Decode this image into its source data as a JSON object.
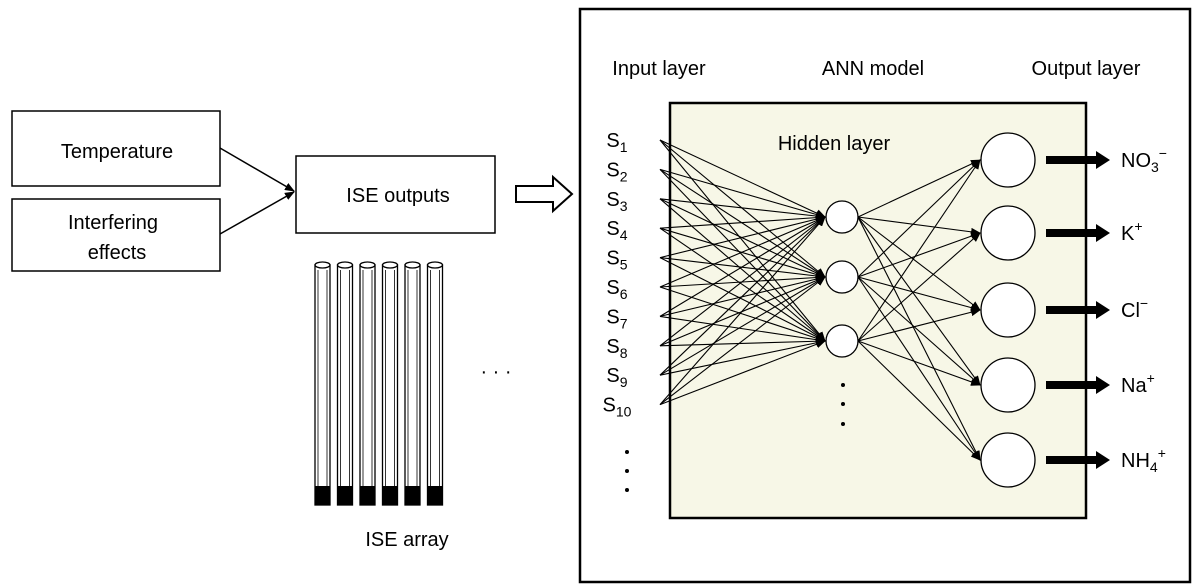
{
  "left_panel": {
    "temperature": "Temperature",
    "interfering_line1": "Interfering",
    "interfering_line2": "effects",
    "ise_outputs": "ISE outputs",
    "ise_array": "ISE array",
    "ellipsis": "· · ·"
  },
  "ann_panel": {
    "input_layer": "Input layer",
    "ann_model": "ANN model",
    "output_layer": "Output layer",
    "hidden_layer": "Hidden layer",
    "hidden_box_color": "#f7f7e7"
  },
  "inputs": [
    {
      "base": "S",
      "sub": "1"
    },
    {
      "base": "S",
      "sub": "2"
    },
    {
      "base": "S",
      "sub": "3"
    },
    {
      "base": "S",
      "sub": "4"
    },
    {
      "base": "S",
      "sub": "5"
    },
    {
      "base": "S",
      "sub": "6"
    },
    {
      "base": "S",
      "sub": "7"
    },
    {
      "base": "S",
      "sub": "8"
    },
    {
      "base": "S",
      "sub": "9"
    },
    {
      "base": "S",
      "sub": "10"
    }
  ],
  "outputs": [
    {
      "base": "NO",
      "sub": "3",
      "sup": "−"
    },
    {
      "base": "K",
      "sub": "",
      "sup": "+"
    },
    {
      "base": "Cl",
      "sub": "",
      "sup": "−"
    },
    {
      "base": "Na",
      "sub": "",
      "sup": "+"
    },
    {
      "base": "NH",
      "sub": "4",
      "sup": "+"
    }
  ]
}
